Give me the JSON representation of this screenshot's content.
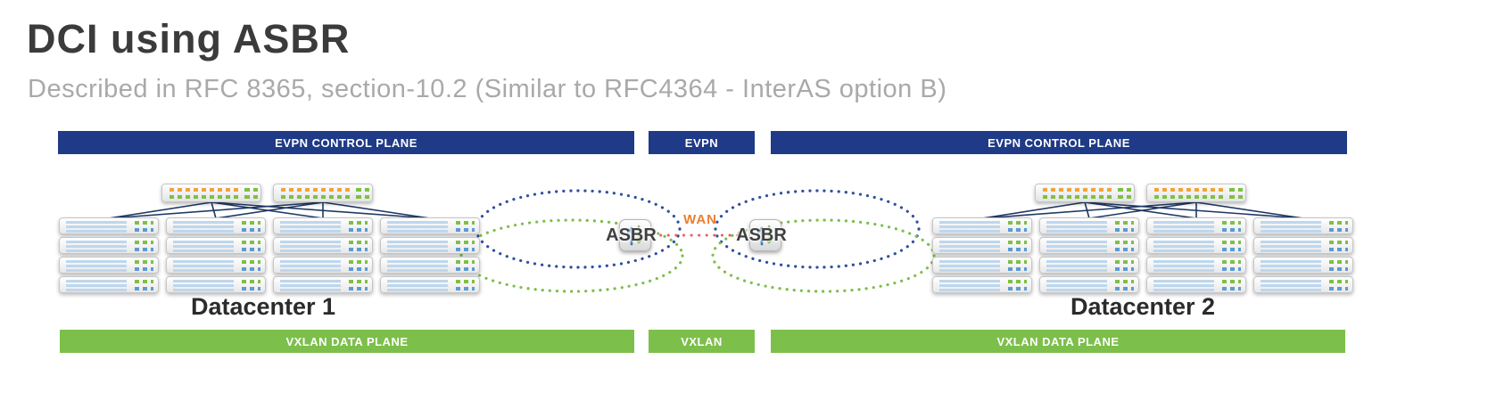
{
  "title": "DCI using ASBR",
  "subtitle": "Described in RFC 8365, section-10.2 (Similar to RFC4364 - InterAS option B)",
  "planes": {
    "evpn_left": "EVPN CONTROL PLANE",
    "evpn_center": "EVPN",
    "evpn_right": "EVPN CONTROL PLANE",
    "vxlan_left": "VXLAN DATA PLANE",
    "vxlan_center": "VXLAN",
    "vxlan_right": "VXLAN DATA PLANE"
  },
  "datacenter1": {
    "label": "Datacenter 1"
  },
  "datacenter2": {
    "label": "Datacenter 2"
  },
  "asbr_left": {
    "label": "ASBR"
  },
  "asbr_right": {
    "label": "ASBR"
  },
  "wan": {
    "label": "WAN"
  },
  "icons": {
    "spine_switch": "network-switch-icon",
    "leaf_switch": "rack-switch-icon",
    "asbr_node": "router-up-down-arrows-icon"
  },
  "colors": {
    "control_plane_bar": "#1F3B87",
    "data_plane_bar": "#7CBF4A",
    "fabric_link": "#1F3864",
    "overlay_blue_dots": "#2F4FA0",
    "overlay_green_dots": "#7CBF4A",
    "wan_dots": "#EE5C5C",
    "wan_text": "#ED7D31",
    "title_text": "#3B3B3B",
    "subtitle_text": "#A9A9A9"
  }
}
